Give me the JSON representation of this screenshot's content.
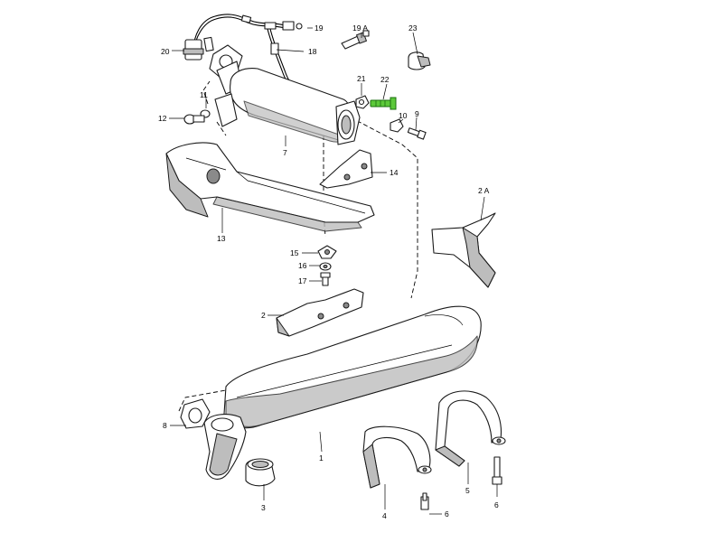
{
  "diagram": {
    "labels": {
      "p1": "1",
      "p2": "2",
      "p2a": "2 A",
      "p3": "3",
      "p4": "4",
      "p5": "5",
      "p6a": "6",
      "p6b": "6",
      "p7": "7",
      "p8": "8",
      "p9": "9",
      "p10": "10",
      "p11": "11",
      "p12": "12",
      "p13": "13",
      "p14": "14",
      "p15": "15",
      "p16": "16",
      "p17": "17",
      "p18": "18",
      "p19": "19",
      "p19a": "19 A",
      "p20": "20",
      "p21": "21",
      "p22": "22",
      "p23": "23"
    },
    "highlight_part": "22",
    "colors": {
      "highlight": "#5cc93a",
      "line": "#1a1a1a",
      "shade": "#bdbdbd"
    }
  }
}
